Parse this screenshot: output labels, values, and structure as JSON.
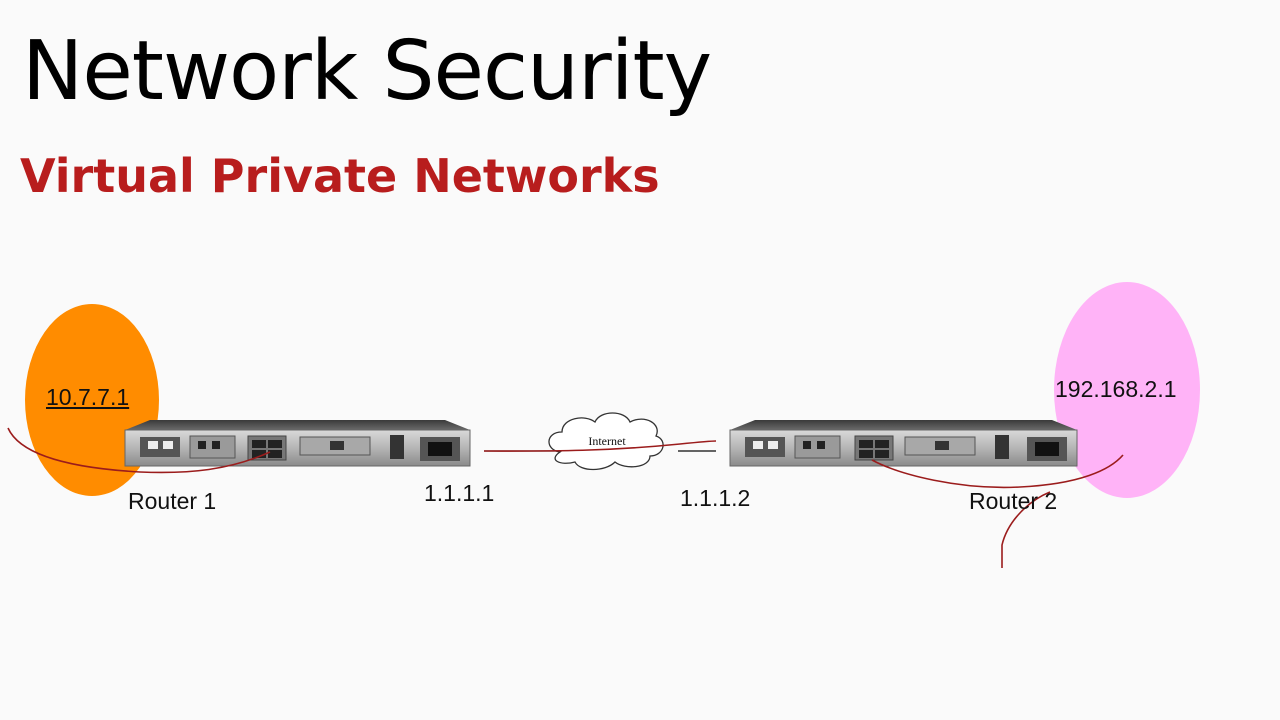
{
  "slide": {
    "title": "Network Security",
    "subtitle": "Virtual Private Networks"
  },
  "diagram": {
    "lan1": {
      "ip": "10.7.7.1",
      "color": "#ff8c00"
    },
    "lan2": {
      "ip": "192.168.2.1",
      "color": "#ffb3f7"
    },
    "router1": {
      "label": "Router 1",
      "wan_ip": "1.1.1.1"
    },
    "router2": {
      "label": "Router 2",
      "wan_ip": "1.1.1.2"
    },
    "cloud": {
      "label": "Internet"
    },
    "annotation_color": "#9b1c1c"
  }
}
